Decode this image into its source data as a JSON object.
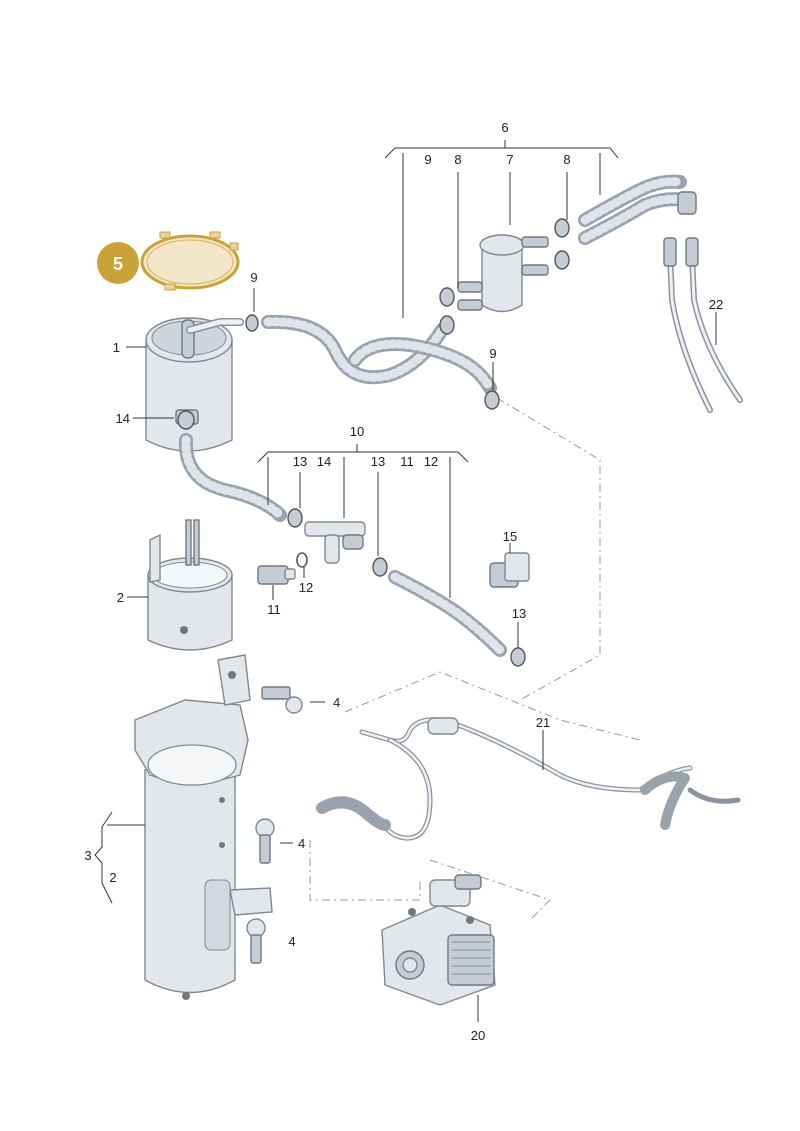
{
  "badge": {
    "number": "5",
    "color": "#c9a23a"
  },
  "labels": {
    "l1": "1",
    "l2a": "2",
    "l2b": "2",
    "l3": "3",
    "l4a": "4",
    "l4b": "4",
    "l4c": "4",
    "l6": "6",
    "l7": "7",
    "l8a": "8",
    "l8b": "8",
    "l9a": "9",
    "l9b": "9",
    "l9c": "9",
    "l10": "10",
    "l11a": "11",
    "l11b": "11",
    "l12a": "12",
    "l12b": "12",
    "l13a": "13",
    "l13b": "13",
    "l13c": "13",
    "l14a": "14",
    "l14b": "14",
    "l15": "15",
    "l20": "20",
    "l21": "21",
    "l22": "22"
  },
  "colors": {
    "highlight": "#c9a23a",
    "part_fill": "#e3e7eb",
    "part_stroke": "#7f8892"
  }
}
